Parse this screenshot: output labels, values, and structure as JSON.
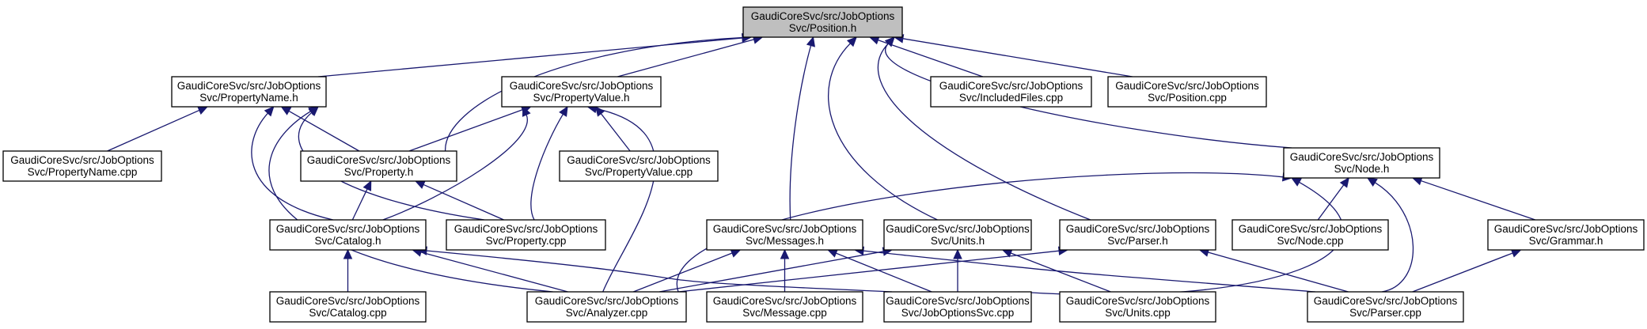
{
  "nodes": [
    {
      "id": "position_h",
      "name": "node-position-h",
      "lines": [
        "GaudiCoreSvc/src/JobOptions",
        "Svc/Position.h"
      ],
      "highlighted": true
    },
    {
      "id": "propertyname_h",
      "name": "node-propertyname-h",
      "lines": [
        "GaudiCoreSvc/src/JobOptions",
        "Svc/PropertyName.h"
      ]
    },
    {
      "id": "propertyvalue_h",
      "name": "node-propertyvalue-h",
      "lines": [
        "GaudiCoreSvc/src/JobOptions",
        "Svc/PropertyValue.h"
      ]
    },
    {
      "id": "includedfiles_cpp",
      "name": "node-includedfiles-cpp",
      "lines": [
        "GaudiCoreSvc/src/JobOptions",
        "Svc/IncludedFiles.cpp"
      ]
    },
    {
      "id": "position_cpp",
      "name": "node-position-cpp",
      "lines": [
        "GaudiCoreSvc/src/JobOptions",
        "Svc/Position.cpp"
      ]
    },
    {
      "id": "propertyname_cpp",
      "name": "node-propertyname-cpp",
      "lines": [
        "GaudiCoreSvc/src/JobOptions",
        "Svc/PropertyName.cpp"
      ]
    },
    {
      "id": "property_h",
      "name": "node-property-h",
      "lines": [
        "GaudiCoreSvc/src/JobOptions",
        "Svc/Property.h"
      ]
    },
    {
      "id": "propertyvalue_cpp",
      "name": "node-propertyvalue-cpp",
      "lines": [
        "GaudiCoreSvc/src/JobOptions",
        "Svc/PropertyValue.cpp"
      ]
    },
    {
      "id": "node_h",
      "name": "node-node-h",
      "lines": [
        "GaudiCoreSvc/src/JobOptions",
        "Svc/Node.h"
      ]
    },
    {
      "id": "catalog_h",
      "name": "node-catalog-h",
      "lines": [
        "GaudiCoreSvc/src/JobOptions",
        "Svc/Catalog.h"
      ]
    },
    {
      "id": "property_cpp",
      "name": "node-property-cpp",
      "lines": [
        "GaudiCoreSvc/src/JobOptions",
        "Svc/Property.cpp"
      ]
    },
    {
      "id": "messages_h",
      "name": "node-messages-h",
      "lines": [
        "GaudiCoreSvc/src/JobOptions",
        "Svc/Messages.h"
      ]
    },
    {
      "id": "units_h",
      "name": "node-units-h",
      "lines": [
        "GaudiCoreSvc/src/JobOptions",
        "Svc/Units.h"
      ]
    },
    {
      "id": "parser_h",
      "name": "node-parser-h",
      "lines": [
        "GaudiCoreSvc/src/JobOptions",
        "Svc/Parser.h"
      ]
    },
    {
      "id": "node_cpp",
      "name": "node-node-cpp",
      "lines": [
        "GaudiCoreSvc/src/JobOptions",
        "Svc/Node.cpp"
      ]
    },
    {
      "id": "grammar_h",
      "name": "node-grammar-h",
      "lines": [
        "GaudiCoreSvc/src/JobOptions",
        "Svc/Grammar.h"
      ]
    },
    {
      "id": "catalog_cpp",
      "name": "node-catalog-cpp",
      "lines": [
        "GaudiCoreSvc/src/JobOptions",
        "Svc/Catalog.cpp"
      ]
    },
    {
      "id": "analyzer_cpp",
      "name": "node-analyzer-cpp",
      "lines": [
        "GaudiCoreSvc/src/JobOptions",
        "Svc/Analyzer.cpp"
      ]
    },
    {
      "id": "message_cpp",
      "name": "node-message-cpp",
      "lines": [
        "GaudiCoreSvc/src/JobOptions",
        "Svc/Message.cpp"
      ]
    },
    {
      "id": "joboptionssvc_cpp",
      "name": "node-joboptionssvc-cpp",
      "lines": [
        "GaudiCoreSvc/src/JobOptions",
        "Svc/JobOptionsSvc.cpp"
      ]
    },
    {
      "id": "units_cpp",
      "name": "node-units-cpp",
      "lines": [
        "GaudiCoreSvc/src/JobOptions",
        "Svc/Units.cpp"
      ]
    },
    {
      "id": "parser_cpp",
      "name": "node-parser-cpp",
      "lines": [
        "GaudiCoreSvc/src/JobOptions",
        "Svc/Parser.cpp"
      ]
    }
  ],
  "edges": [
    {
      "from": "propertyname_h",
      "to": "position_h"
    },
    {
      "from": "propertyvalue_h",
      "to": "position_h"
    },
    {
      "from": "includedfiles_cpp",
      "to": "position_h"
    },
    {
      "from": "position_cpp",
      "to": "position_h"
    },
    {
      "from": "property_h",
      "to": "position_h"
    },
    {
      "from": "node_h",
      "to": "position_h"
    },
    {
      "from": "messages_h",
      "to": "position_h"
    },
    {
      "from": "units_h",
      "to": "position_h"
    },
    {
      "from": "parser_h",
      "to": "position_h"
    },
    {
      "from": "propertyname_cpp",
      "to": "propertyname_h"
    },
    {
      "from": "property_h",
      "to": "propertyname_h"
    },
    {
      "from": "catalog_h",
      "to": "propertyname_h"
    },
    {
      "from": "property_cpp",
      "to": "propertyname_h"
    },
    {
      "from": "analyzer_cpp",
      "to": "propertyname_h"
    },
    {
      "from": "property_h",
      "to": "propertyvalue_h"
    },
    {
      "from": "propertyvalue_cpp",
      "to": "propertyvalue_h"
    },
    {
      "from": "catalog_h",
      "to": "propertyvalue_h"
    },
    {
      "from": "property_cpp",
      "to": "propertyvalue_h"
    },
    {
      "from": "analyzer_cpp",
      "to": "propertyvalue_h"
    },
    {
      "from": "catalog_h",
      "to": "property_h"
    },
    {
      "from": "property_cpp",
      "to": "property_h"
    },
    {
      "from": "catalog_cpp",
      "to": "catalog_h"
    },
    {
      "from": "analyzer_cpp",
      "to": "catalog_h"
    },
    {
      "from": "joboptionssvc_cpp",
      "to": "catalog_h"
    },
    {
      "from": "analyzer_cpp",
      "to": "messages_h"
    },
    {
      "from": "message_cpp",
      "to": "messages_h"
    },
    {
      "from": "joboptionssvc_cpp",
      "to": "messages_h"
    },
    {
      "from": "parser_cpp",
      "to": "messages_h"
    },
    {
      "from": "analyzer_cpp",
      "to": "units_h"
    },
    {
      "from": "joboptionssvc_cpp",
      "to": "units_h"
    },
    {
      "from": "units_cpp",
      "to": "units_h"
    },
    {
      "from": "analyzer_cpp",
      "to": "parser_h"
    },
    {
      "from": "parser_cpp",
      "to": "parser_h"
    },
    {
      "from": "node_cpp",
      "to": "node_h"
    },
    {
      "from": "grammar_h",
      "to": "node_h"
    },
    {
      "from": "analyzer_cpp",
      "to": "node_h"
    },
    {
      "from": "joboptionssvc_cpp",
      "to": "node_h"
    },
    {
      "from": "parser_cpp",
      "to": "node_h"
    },
    {
      "from": "parser_cpp",
      "to": "grammar_h"
    }
  ],
  "colors": {
    "edge": "#191970",
    "box_border": "#000000",
    "box_fill": "#ffffff",
    "highlighted_fill": "#bfbfbf",
    "text": "#000000",
    "background": "#ffffff"
  }
}
